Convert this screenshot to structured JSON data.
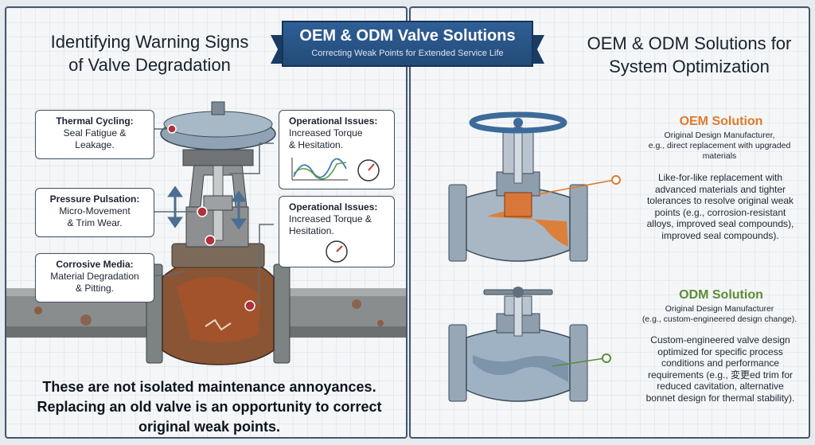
{
  "banner": {
    "title": "OEM & ODM Valve Solutions",
    "subtitle": "Correcting Weak Points for Extended Service Life"
  },
  "left": {
    "title": "Identifying Warning Signs\nof Valve Degradation",
    "callouts": {
      "thermal": {
        "title": "Thermal Cycling:",
        "body": "Seal Fatigue &\nLeakage."
      },
      "pressure": {
        "title": "Pressure Pulsation:",
        "body": "Micro-Movement\n& Trim Wear."
      },
      "corrosive": {
        "title": "Corrosive Media:",
        "body": "Material Degradation\n& Pitting."
      },
      "op1": {
        "title": "Operational Issues:",
        "body": "Increased Torque\n& Hesitation."
      },
      "op2": {
        "title": "Operational Issues:",
        "body": "Increased Torque &\nHesitation."
      }
    },
    "bottom_text": "These are not isolated maintenance annoyances.\nReplacing an old valve is an opportunity to correct\noriginal weak points."
  },
  "right": {
    "title": "OEM & ODM Solutions for\nSystem Optimization",
    "oem": {
      "heading": "OEM Solution",
      "subtitle": "Original Design Manufacturer,\ne.g., direct replacement with upgraded\nmaterials",
      "description": "Like-for-like replacement with\nadvanced materials and tighter\ntolerances to resolve original weak\npoints (e.g., corrosion-resistant\nalloys, improved seal compounds),\nimproved seal compounds)."
    },
    "odm": {
      "heading": "ODM Solution",
      "subtitle": "Original Design Manufacturer\n(e.g., custom-engineered design change).",
      "description": "Custom-engineered valve design\noptimized for specific process\nconditions and performance\nrequirements (e.g., 変更ed trim for\nreduced cavitation, alternative\nbonnet design for thermal stability)."
    }
  },
  "colors": {
    "banner": "#2f5f96",
    "oem_accent": "#e07a2c",
    "odm_accent": "#5c8d34",
    "marker_red": "#b0313a",
    "rust": "#a2532b"
  }
}
